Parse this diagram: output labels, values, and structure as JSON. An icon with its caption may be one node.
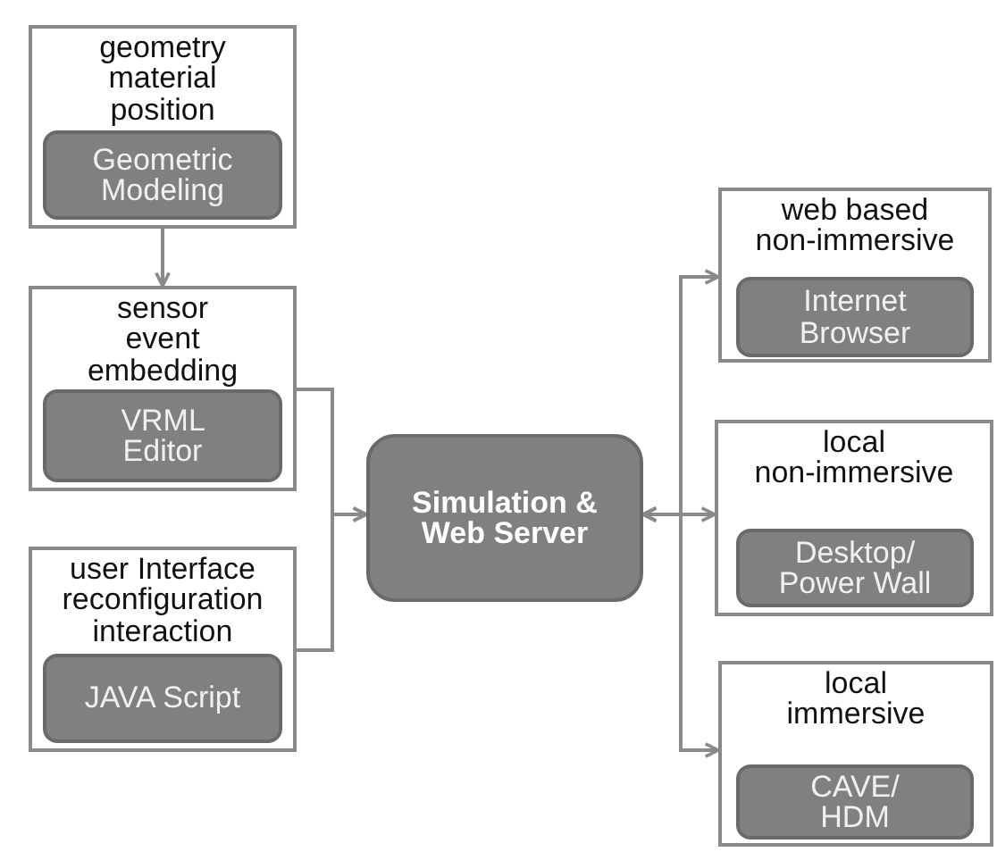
{
  "diagram": {
    "nodes": [
      {
        "text": [
          "geometry material position"
        ]
      },
      {
        "text": [
          "Geometric Modeling"
        ],
        "in": 0
      },
      {
        "text": [
          "sensor event embedding"
        ]
      },
      {
        "text": [
          "VRML Editor"
        ],
        "in": 2
      },
      {
        "text": [
          "user Interface reconfiguration interaction"
        ]
      },
      {
        "text": [
          "JAVA Script"
        ],
        "in": 4
      },
      {
        "text": [
          "Simulation & Web Server"
        ]
      },
      {
        "text": [
          "web based non-immersive"
        ]
      },
      {
        "text": [
          "Internet Browser"
        ],
        "in": 7
      },
      {
        "text": [
          "local non-immersive"
        ]
      },
      {
        "text": [
          "Desktop/ Power Wall"
        ],
        "in": 9
      },
      {
        "text": [
          "local immersive"
        ]
      },
      {
        "text": [
          "CAVE/ HDM"
        ],
        "in": 11
      }
    ],
    "edges": [
      {
        "from": 0,
        "to": 2,
        "arrow": "to"
      },
      {
        "from": 2,
        "to": 6,
        "arrow": "to"
      },
      {
        "from": 4,
        "to": 6,
        "arrow": "to"
      },
      {
        "from": 6,
        "to": 7,
        "arrow": "both"
      },
      {
        "from": 6,
        "to": 9,
        "arrow": "both"
      },
      {
        "from": 6,
        "to": 11,
        "arrow": "both"
      }
    ]
  }
}
